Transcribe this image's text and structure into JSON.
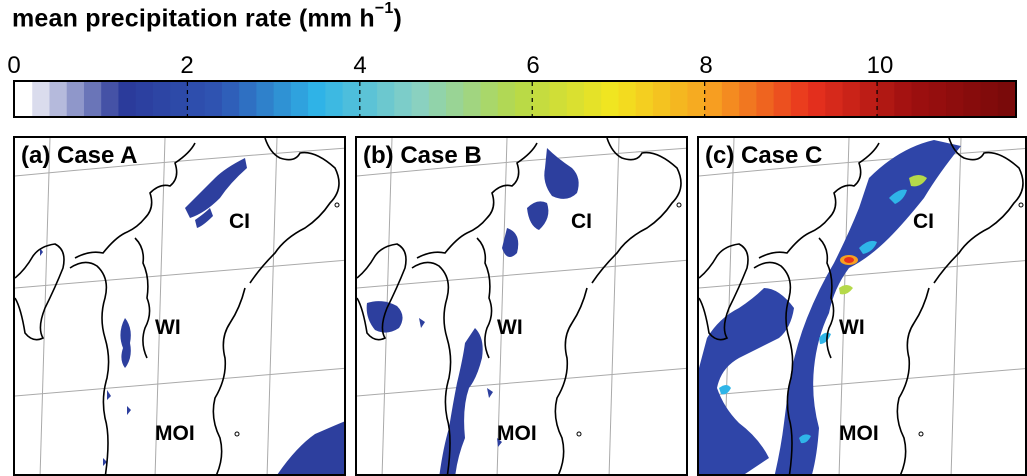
{
  "colorbar": {
    "title_main": "mean precipitation rate (mm h",
    "title_sup": "−1",
    "title_end": ")",
    "ticks": [
      "0",
      "2",
      "4",
      "6",
      "8",
      "10"
    ],
    "tick_values": [
      0,
      2,
      4,
      6,
      8,
      10
    ],
    "max_value": 11.6,
    "stops": [
      "#ffffff",
      "#2b3a9a",
      "#2f55b3",
      "#2fb5e8",
      "#88d1c4",
      "#b5d94a",
      "#f2e51f",
      "#f7a021",
      "#e8311e",
      "#a01010",
      "#7a0a0a"
    ]
  },
  "panels": [
    {
      "label": "(a) Case A",
      "places": [
        "CI",
        "WI",
        "MOI"
      ],
      "intensity": "low"
    },
    {
      "label": "(b) Case B",
      "places": [
        "CI",
        "WI",
        "MOI"
      ],
      "intensity": "medium"
    },
    {
      "label": "(c) Case C",
      "places": [
        "CI",
        "WI",
        "MOI"
      ],
      "intensity": "high"
    }
  ]
}
